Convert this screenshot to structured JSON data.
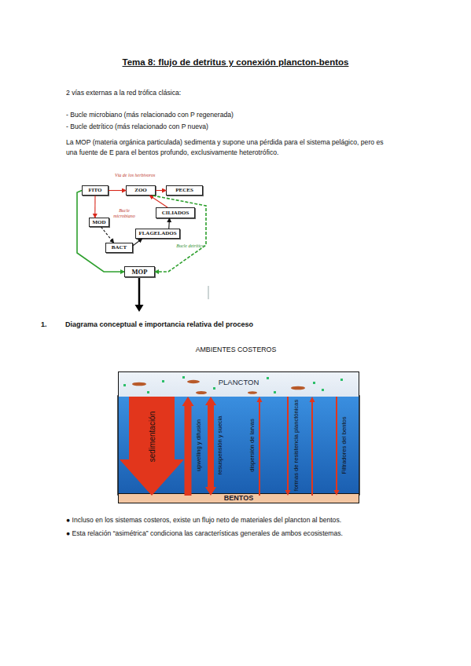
{
  "diagram": {
    "title": "Tema 8: flujo de detritus y conexión plancton-bentos",
    "nodes": [
      {
        "text": [
          "FITO"
        ]
      },
      {
        "text": [
          "ZOO"
        ]
      },
      {
        "text": [
          "PECES"
        ]
      },
      {
        "text": [
          "CILIADOS"
        ]
      },
      {
        "text": [
          "MOD"
        ]
      },
      {
        "text": [
          "FLAGELADOS"
        ]
      },
      {
        "text": [
          "BACT"
        ]
      },
      {
        "text": [
          "MOP"
        ]
      },
      {
        "text": [
          "PLANCTON"
        ]
      },
      {
        "text": [
          "BENTOS"
        ]
      }
    ],
    "edges": [
      {
        "from": 0,
        "to": 1,
        "arrow": "to"
      },
      {
        "from": 1,
        "to": 2,
        "arrow": "to"
      },
      {
        "from": 0,
        "to": 4,
        "arrow": "to"
      },
      {
        "from": 4,
        "to": 6,
        "arrow": "to"
      },
      {
        "from": 6,
        "to": 5,
        "arrow": "to"
      },
      {
        "from": 5,
        "to": 3,
        "arrow": "to"
      },
      {
        "from": 3,
        "to": 1,
        "arrow": "to"
      },
      {
        "from": 0,
        "to": 7,
        "arrow": "to"
      },
      {
        "from": 1,
        "to": 7,
        "arrow": "to"
      },
      {
        "from": 8,
        "to": 9,
        "arrow": "to",
        "label": "sedimentación"
      },
      {
        "from": 9,
        "to": 8,
        "arrow": "to",
        "label": "upwelling y difusión"
      },
      {
        "from": 8,
        "to": 9,
        "arrow": "both",
        "label": "resuspensión y suecia"
      },
      {
        "from": 9,
        "to": 8,
        "arrow": "to",
        "label": "dispersión de larvas"
      },
      {
        "from": 8,
        "to": 9,
        "arrow": "to",
        "label": "formas de resistencia planctónicas"
      },
      {
        "from": 9,
        "to": 8,
        "arrow": "to"
      },
      {
        "from": 8,
        "to": 9,
        "arrow": "to",
        "label": "Filtradores del bentos"
      }
    ],
    "labels": [
      "2 vías externas a la red trófica clásica:",
      "- Bucle microbiano (más relacionado con P regenerada)",
      "- Bucle detrítico (más relacionado con P nueva)",
      "La MOP (materia orgánica particulada) sedimenta y supone una pérdida para el sistema pelágico, pero es una fuente de E para el bentos profundo, exclusivamente heterotrófico.",
      "Vía de los herbívoros",
      "Bucle microbiano",
      "Bucle detrítico",
      "1.",
      "Diagrama conceptual e importancia relativa del proceso",
      "AMBIENTES COSTEROS",
      "● Incluso en los sistemas costeros, existe un flujo neto de materiales del plancton al bentos.",
      "● Esta relación “asimétrica” condiciona las características generales de ambos ecosistemas."
    ]
  }
}
